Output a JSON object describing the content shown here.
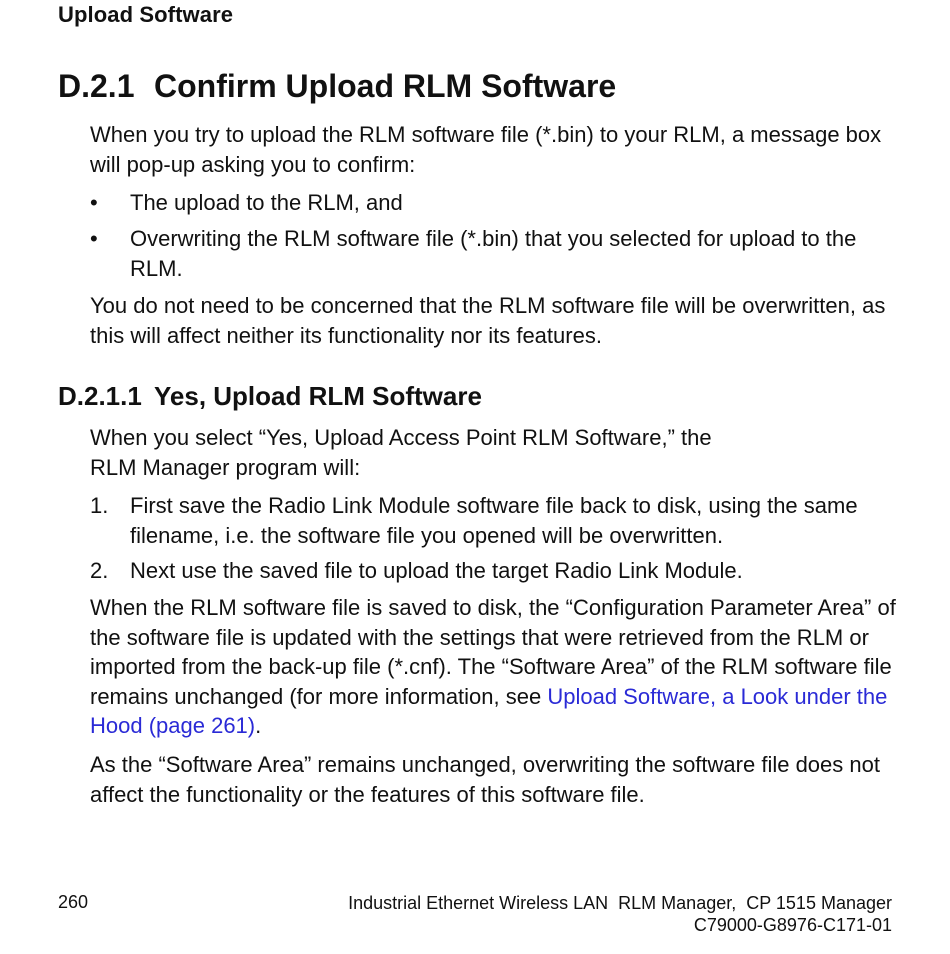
{
  "header": {
    "running_title": "Upload Software"
  },
  "section": {
    "number": "D.2.1",
    "title": "Confirm Upload RLM Software",
    "intro": "When you try to upload the RLM software file (*.bin) to your RLM, a message box will pop-up asking you to confirm:",
    "bullets": [
      "The upload to the RLM, and",
      "Overwriting the RLM software file (*.bin) that you selected for upload to the RLM."
    ],
    "bullet_marker": "•",
    "note": "You do not need to be concerned that the RLM software file will be overwritten, as this will affect neither its functionality nor its features."
  },
  "subsection": {
    "number": "D.2.1.1",
    "title": "Yes, Upload RLM Software",
    "intro_line1": "When you select “Yes, Upload Access Point RLM Software,” the",
    "intro_line2": "RLM Manager program will:",
    "steps": [
      {
        "marker": "1.",
        "text": "First save the Radio Link Module software file back to disk, using the same filename, i.e. the software file you opened will be overwritten."
      },
      {
        "marker": "2.",
        "text": "Next use the saved file to upload the target Radio Link Module."
      }
    ],
    "para1_text": "When the RLM software file is saved to disk, the “Configuration Parameter Area” of the software file is updated with the settings that were retrieved from the RLM or imported from the back-up file (*.cnf). The “Software Area” of the RLM software file remains unchanged (for more information, see ",
    "para1_link": "Upload Software, a Look under the Hood (page 261)",
    "para1_end": ".",
    "para2": "As the “Software Area” remains unchanged, overwriting the software file does not affect the functionality or the features of this software file."
  },
  "footer": {
    "page_number": "260",
    "product": "Industrial Ethernet Wireless LAN  RLM Manager,  CP 1515 Manager",
    "doc_id": "C79000-G8976-C171-01"
  },
  "colors": {
    "link": "#2a2ad6",
    "text": "#111111"
  }
}
